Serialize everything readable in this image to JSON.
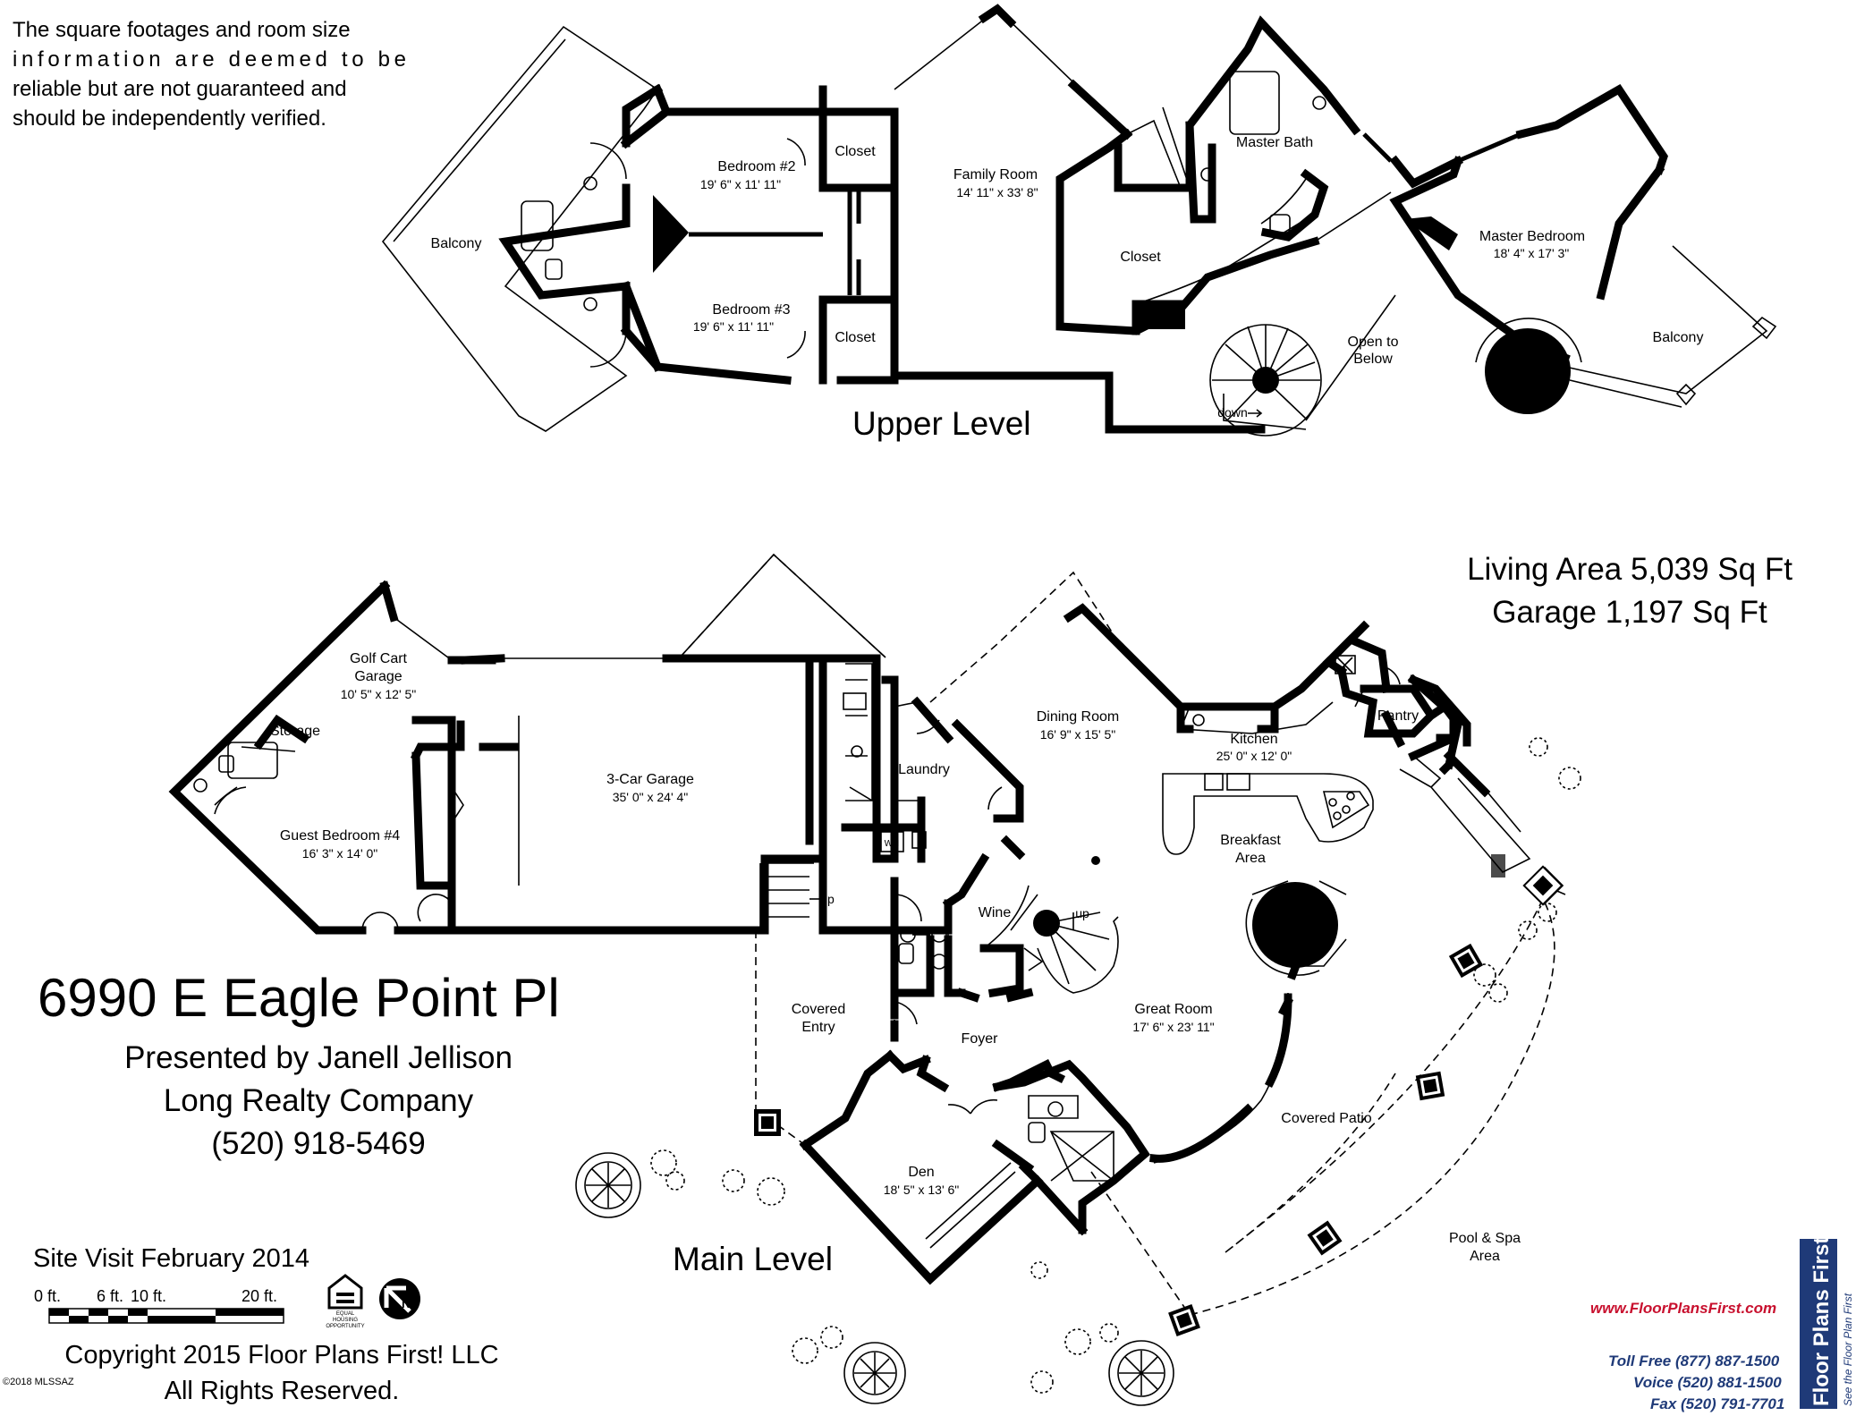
{
  "disclaimer": [
    "The square footages and room size",
    "information are deemed to be",
    "reliable but are not guaranteed and",
    "should be independently verified."
  ],
  "levels": {
    "upper": "Upper Level",
    "main": "Main Level"
  },
  "upper_rooms": {
    "balcony_left": {
      "name": "Balcony"
    },
    "bedroom2": {
      "name": "Bedroom #2",
      "dims": "19' 6\" x 11' 11\""
    },
    "bedroom3": {
      "name": "Bedroom #3",
      "dims": "19' 6\" x 11' 11\""
    },
    "closet_a": {
      "name": "Closet"
    },
    "closet_b": {
      "name": "Closet"
    },
    "family": {
      "name": "Family Room",
      "dims": "14' 11\" x 33' 8\""
    },
    "master_bath": {
      "name": "Master Bath"
    },
    "closet_c": {
      "name": "Closet"
    },
    "open_below": {
      "line1": "Open to",
      "line2": "Below"
    },
    "master_bed": {
      "name": "Master Bedroom",
      "dims": "18' 4\" x 17' 3\""
    },
    "balcony_right": {
      "name": "Balcony"
    },
    "stair_down": "down"
  },
  "main_rooms": {
    "golf": {
      "line1": "Golf Cart",
      "line2": "Garage",
      "dims": "10' 5\" x 12' 5\""
    },
    "storage": {
      "name": "Storage"
    },
    "guest": {
      "name": "Guest Bedroom #4",
      "dims": "16' 3\" x 14' 0\""
    },
    "garage3": {
      "name": "3-Car Garage",
      "dims": "35' 0\" x 24' 4\""
    },
    "laundry": {
      "name": "Laundry"
    },
    "dining": {
      "name": "Dining Room",
      "dims": "16' 9\" x 15' 5\""
    },
    "kitchen": {
      "name": "Kitchen",
      "dims": "25' 0\" x 12' 0\""
    },
    "pantry": {
      "name": "Pantry"
    },
    "breakfast": {
      "line1": "Breakfast",
      "line2": "Area"
    },
    "wine": {
      "name": "Wine"
    },
    "covered_entry": {
      "line1": "Covered",
      "line2": "Entry"
    },
    "foyer": {
      "name": "Foyer"
    },
    "great": {
      "name": "Great Room",
      "dims": "17' 6\" x 23' 11\""
    },
    "den": {
      "name": "Den",
      "dims": "18' 5\" x 13' 6\""
    },
    "covered_patio": {
      "name": "Covered Patio"
    },
    "pool": {
      "line1": "Pool & Spa",
      "line2": "Area"
    },
    "stair_up_garage": "up",
    "stair_up_main": "up",
    "water_heater": "WH"
  },
  "totals": {
    "living": "Living Area 5,039 Sq Ft",
    "garage": "Garage 1,197 Sq Ft"
  },
  "address": "6990 E Eagle Point Pl",
  "presenter": [
    "Presented by Janell Jellison",
    "Long Realty Company",
    "(520) 918-5469"
  ],
  "site_visit": "Site Visit February 2014",
  "scale_labels": [
    "0 ft.",
    "6 ft.",
    "10 ft.",
    "20 ft."
  ],
  "equal_housing": [
    "EQUAL",
    "HOUSING",
    "OPPORTUNITY"
  ],
  "north": "N",
  "copyright": [
    "Copyright 2015 Floor Plans First! LLC",
    "All Rights Reserved."
  ],
  "mls_mark": "©2018 MLSSAZ",
  "brand": {
    "url": "www.FloorPlansFirst.com",
    "name": "Floor Plans First!",
    "tagline": "See the Floor Plan First",
    "phones": [
      "Toll Free (877) 887-1500",
      "Voice (520) 881-1500",
      "Fax (520) 791-7701"
    ]
  },
  "colors": {
    "ink": "#000000",
    "paper": "#ffffff",
    "brand_blue": "#1f3a78",
    "brand_red": "#c8102e"
  }
}
